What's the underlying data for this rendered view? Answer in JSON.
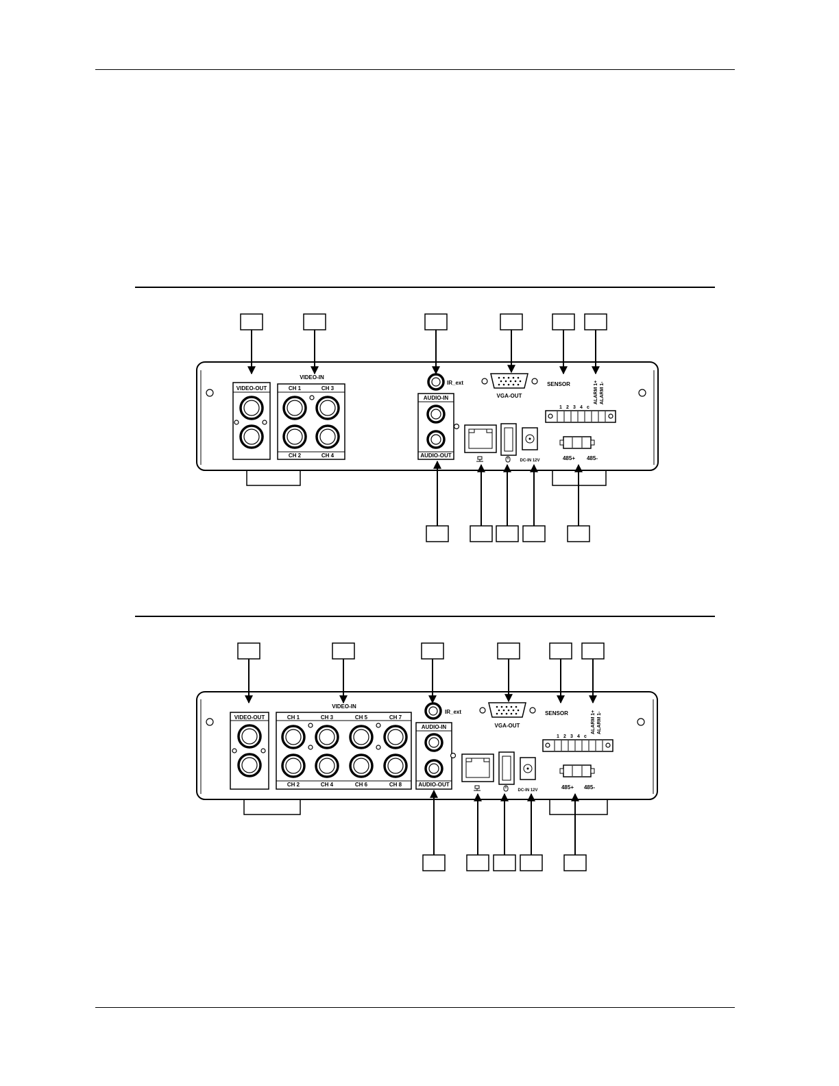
{
  "labels": {
    "video_out": "VIDEO-OUT",
    "video_in": "VIDEO-IN",
    "ch1": "CH 1",
    "ch2": "CH 2",
    "ch3": "CH 3",
    "ch4": "CH 4",
    "ch5": "CH 5",
    "ch6": "CH 6",
    "ch7": "CH 7",
    "ch8": "CH 8",
    "ir_ext": "IR_ext",
    "audio_in": "AUDIO-IN",
    "audio_out": "AUDIO-OUT",
    "vga_out": "VGA-OUT",
    "sensor": "SENSOR",
    "sensor_pins": [
      "1",
      "2",
      "3",
      "4",
      "c"
    ],
    "alarm_plus": "ALARM 1+",
    "alarm_minus": "ALARM 1-",
    "dc_in": "DC-IN 12V",
    "rs485_plus": "485+",
    "rs485_minus": "485-"
  },
  "icons": {
    "network": "network-icon",
    "usb_mouse": "mouse-icon",
    "arrow_marker": "arrow-marker-icon"
  }
}
